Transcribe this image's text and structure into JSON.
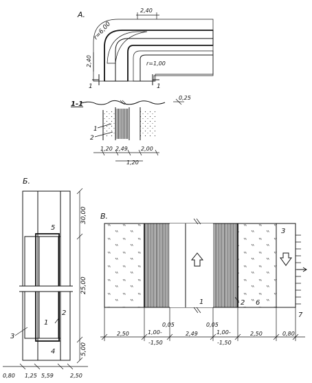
{
  "sections": {
    "a": {
      "title": "А.",
      "radius_outer": "r=6,00",
      "radius_inner": "r=1,00",
      "dim_top": "2,40",
      "dim_left": "2,40",
      "section_mark_left": "1",
      "section_mark_right": "1",
      "section_label": "1-1",
      "dim_offset": "0,25",
      "callout_1": "1",
      "callout_2": "2",
      "dims_bottom": [
        "1,20",
        "2,49",
        "2,00"
      ],
      "dim_under": "1,20"
    },
    "b": {
      "title": "Б.",
      "dims_right": [
        "30,00",
        "25,00",
        "5,00"
      ],
      "dims_bottom": [
        "0,80",
        "1,25",
        "5,59",
        "2,50"
      ],
      "callout_5": "5",
      "callout_4": "4",
      "callout_1": "1",
      "callout_2": "2",
      "callout_3": "3"
    },
    "c": {
      "title": "В.",
      "callout_1": "1",
      "callout_2": "2",
      "callout_3": "3",
      "callout_6": "6",
      "callout_7": "7",
      "dims_bottom": [
        "2,50",
        "1,00-",
        "-1,50",
        "2,49",
        "1,00-",
        "-1,50",
        "2,50",
        "0,80"
      ],
      "dims_top": [
        "0,05",
        "0,05"
      ]
    }
  },
  "icons": [
    "arrow-up-icon",
    "arrow-down-icon",
    "arrow-right-icon",
    "break-mark-icon"
  ]
}
